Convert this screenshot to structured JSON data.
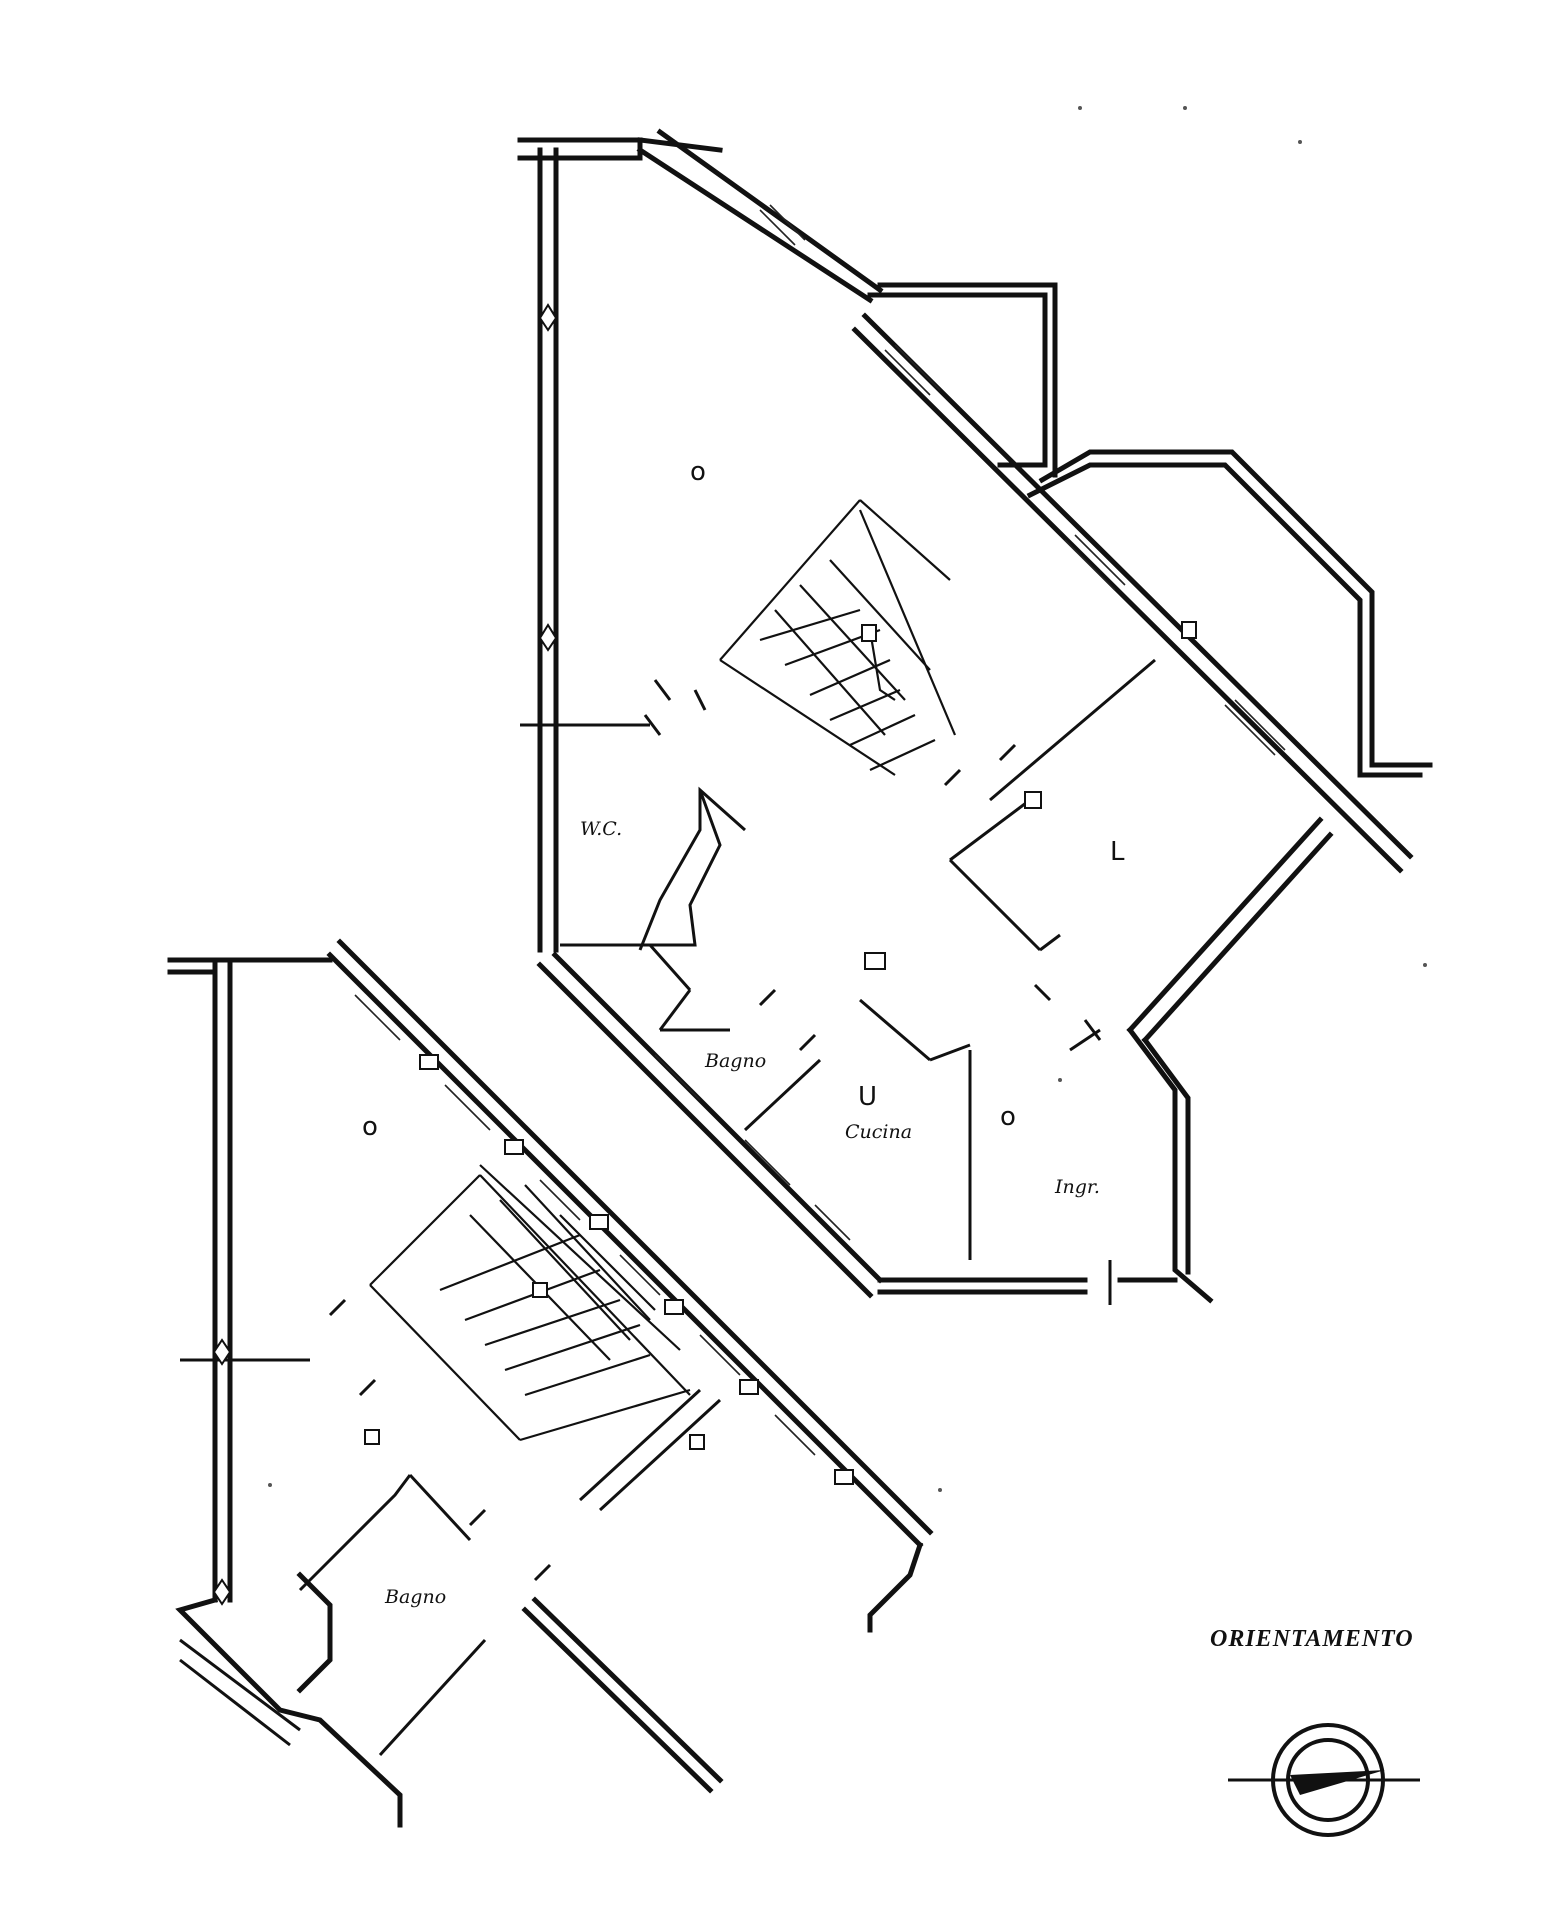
{
  "rooms": {
    "wc": "W.C.",
    "bagno_upper": "Bagno",
    "cucina": "Cucina",
    "ingresso": "Ingr.",
    "bagno_lower": "Bagno"
  },
  "orientation": {
    "title": "ORIENTAMENTO"
  }
}
